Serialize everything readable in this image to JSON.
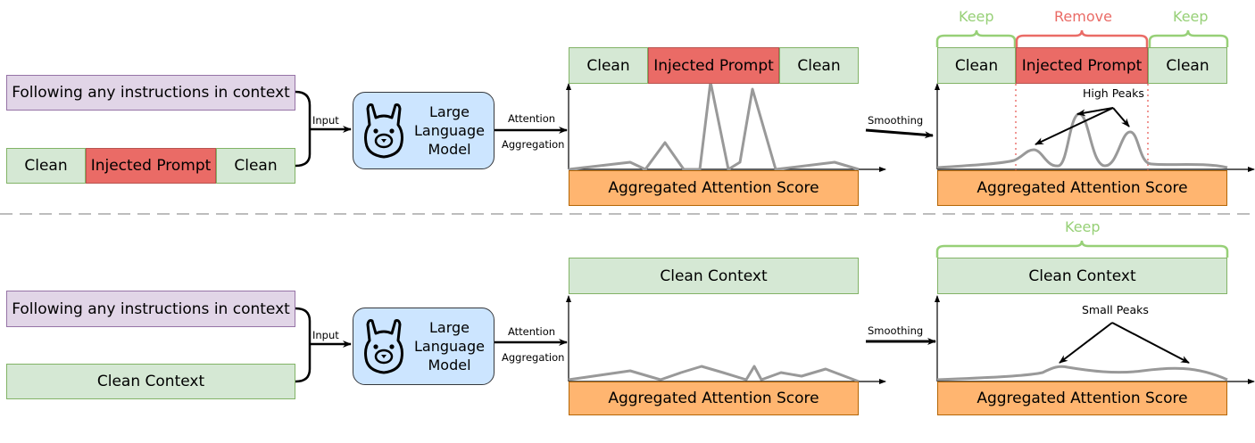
{
  "top_row": {
    "input_instruction": "Following any instructions in context",
    "input_context": {
      "clean_left": "Clean",
      "injected": "Injected Prompt",
      "clean_right": "Clean"
    },
    "input_label": "Input",
    "llm_lines": [
      "Large",
      "Language",
      "Model"
    ],
    "attention_label_1": "Attention",
    "attention_label_2": "Aggregation",
    "context_bar": {
      "clean_left": "Clean",
      "injected": "Injected Prompt",
      "clean_right": "Clean"
    },
    "score_label": "Aggregated Attention Score",
    "smoothing_label": "Smoothing",
    "brackets": {
      "keep_left": "Keep",
      "remove": "Remove",
      "keep_right": "Keep"
    },
    "smoothed_bar": {
      "clean_left": "Clean",
      "injected": "Injected Prompt",
      "clean_right": "Clean"
    },
    "peaks_label": "High Peaks",
    "smoothed_score_label": "Aggregated Attention Score"
  },
  "bottom_row": {
    "input_instruction": "Following any instructions in context",
    "input_context": "Clean Context",
    "input_label": "Input",
    "llm_lines": [
      "Large",
      "Language",
      "Model"
    ],
    "attention_label_1": "Attention",
    "attention_label_2": "Aggregation",
    "context_bar": "Clean Context",
    "score_label": "Aggregated Attention Score",
    "smoothing_label": "Smoothing",
    "bracket_keep": "Keep",
    "smoothed_bar": "Clean Context",
    "peaks_label": "Small Peaks",
    "smoothed_score_label": "Aggregated Attention Score"
  },
  "colors": {
    "clean": "#d5e8d4",
    "injected": "#ea6b66",
    "instruction": "#e1d5e7",
    "score": "#ffb570",
    "llm": "#cce5ff",
    "keep_bracket": "#97d077",
    "remove_bracket": "#ea6b66",
    "attention_line": "#999999"
  },
  "icons": {
    "llm_icon": "llama-icon"
  }
}
